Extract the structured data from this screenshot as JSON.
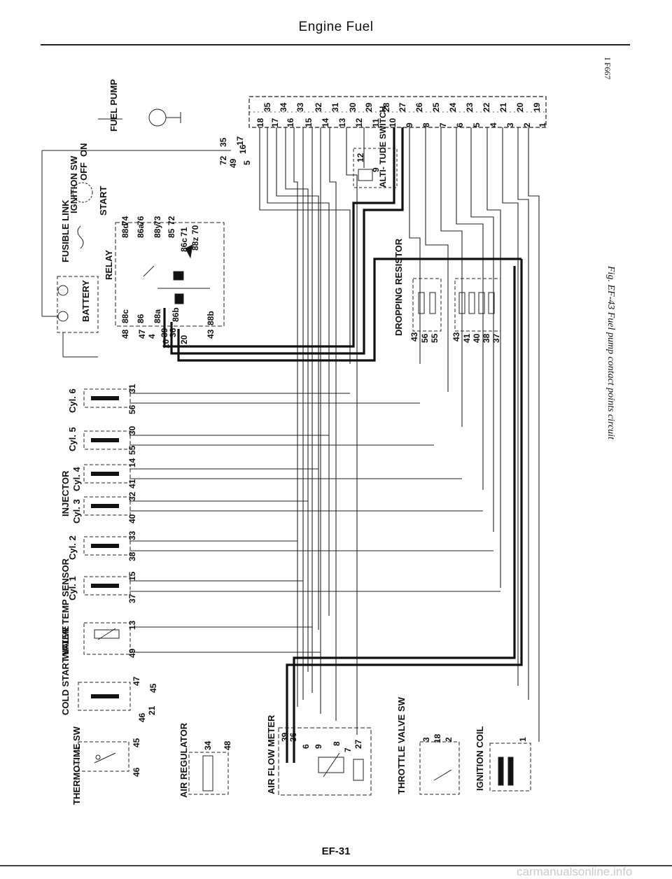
{
  "header": {
    "title": "Engine Fuel"
  },
  "caption": "Fig. EF-43 Fuel pump contact points circuit",
  "figure_code": "I F667",
  "page_number": "EF-31",
  "watermark": "carmanualsonline.info",
  "components": {
    "fuel_pump": "FUEL PUMP",
    "ignition_sw": "IGNITION SW",
    "ign_off": "OFF",
    "ign_on": "ON",
    "ign_start": "START",
    "fusible_link": "FUSIBLE LINK",
    "relay": "RELAY",
    "battery": "BATTERY",
    "dropping_resistor": "DROPPING RESISTOR",
    "altitude_switch": "ALTI- TUDE SWITCH",
    "injector": "INJECTOR",
    "cyl6": "Cyl. 6",
    "cyl5": "Cyl. 5",
    "cyl4": "Cyl. 4",
    "cyl3": "Cyl. 3",
    "cyl2": "Cyl. 2",
    "cyl1": "Cyl. 1",
    "water_temp_sensor": "WATER TEMP SENSOR",
    "cold_start_valve": "COLD START VALVE",
    "thermotime_sw": "THERMOTIME SW",
    "air_regulator": "AIR REGULATOR",
    "air_flow_meter": "AIR FLOW METER",
    "throttle_valve_sw": "THROTTLE VALVE SW",
    "ignition_coil": "IGNITION COIL"
  },
  "connector_top_upper": [
    "35",
    "34",
    "33",
    "32",
    "31",
    "30",
    "29",
    "28",
    "27",
    "26",
    "25",
    "24",
    "23",
    "22",
    "21",
    "20",
    "19"
  ],
  "connector_top_lower": [
    "18",
    "17",
    "16",
    "15",
    "14",
    "13",
    "12",
    "11",
    "10",
    "9",
    "8",
    "7",
    "6",
    "5",
    "4",
    "3",
    "2",
    "1"
  ],
  "relay_terminals": [
    "88d",
    "74",
    "86a",
    "76",
    "88y",
    "73",
    "85",
    "72",
    "86c",
    "71",
    "88z",
    "70",
    "88c",
    "86",
    "88a",
    "39",
    "36",
    "86b",
    "88b",
    "48",
    "47",
    "4",
    "10",
    "20",
    "43"
  ],
  "injector_terminals": {
    "cyl6": [
      "31",
      "56"
    ],
    "cyl5": [
      "30",
      "55"
    ],
    "cyl4": [
      "14",
      "41"
    ],
    "cyl3": [
      "32",
      "40"
    ],
    "cyl2": [
      "33",
      "38"
    ],
    "cyl1": [
      "15",
      "37"
    ]
  },
  "sensor_terminals": {
    "water_temp": [
      "13",
      "49"
    ],
    "cold_start": [
      "47",
      "45",
      "46",
      "21"
    ],
    "thermotime": [
      "45",
      "46"
    ],
    "air_regulator": [
      "34",
      "48"
    ],
    "air_flow_meter": [
      "39",
      "36",
      "6",
      "9",
      "8",
      "7",
      "27"
    ],
    "throttle": [
      "3",
      "18",
      "2"
    ],
    "ignition_coil": [
      "1"
    ]
  },
  "resistor_terminals": [
    "43",
    "56",
    "55",
    "43",
    "41",
    "40",
    "38",
    "37"
  ],
  "misc_terminals": [
    "72",
    "35",
    "49",
    "17",
    "16",
    "5",
    "12",
    "9"
  ]
}
